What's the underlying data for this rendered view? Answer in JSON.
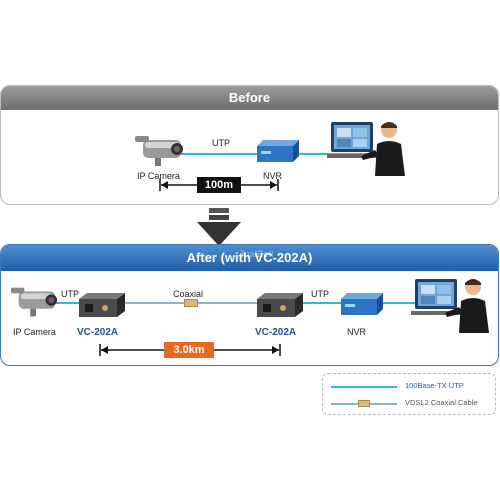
{
  "before": {
    "title": "Before",
    "utp_label": "UTP",
    "camera_label": "IP Camera",
    "nvr_label": "NVR",
    "distance": "100m"
  },
  "after": {
    "title": "After (with VC-202A)",
    "utp_left_label": "UTP",
    "coaxial_label": "Coaxial",
    "utp_right_label": "UTP",
    "camera_label": "IP Camera",
    "device_left_label": "VC-202A",
    "device_right_label": "VC-202A",
    "nvr_label": "NVR",
    "distance": "3.0km"
  },
  "legend": {
    "utp_label": "100Base-TX UTP",
    "coax_label": "VDSL2 Coaxial Cable"
  },
  "colors": {
    "utp_line": "#38b6d8",
    "coax_line": "#8fb4c8",
    "after_header": "#2563ab",
    "before_header": "#8a8a8a",
    "distance_orange": "#e8681e"
  },
  "watermark": "JualBeli"
}
